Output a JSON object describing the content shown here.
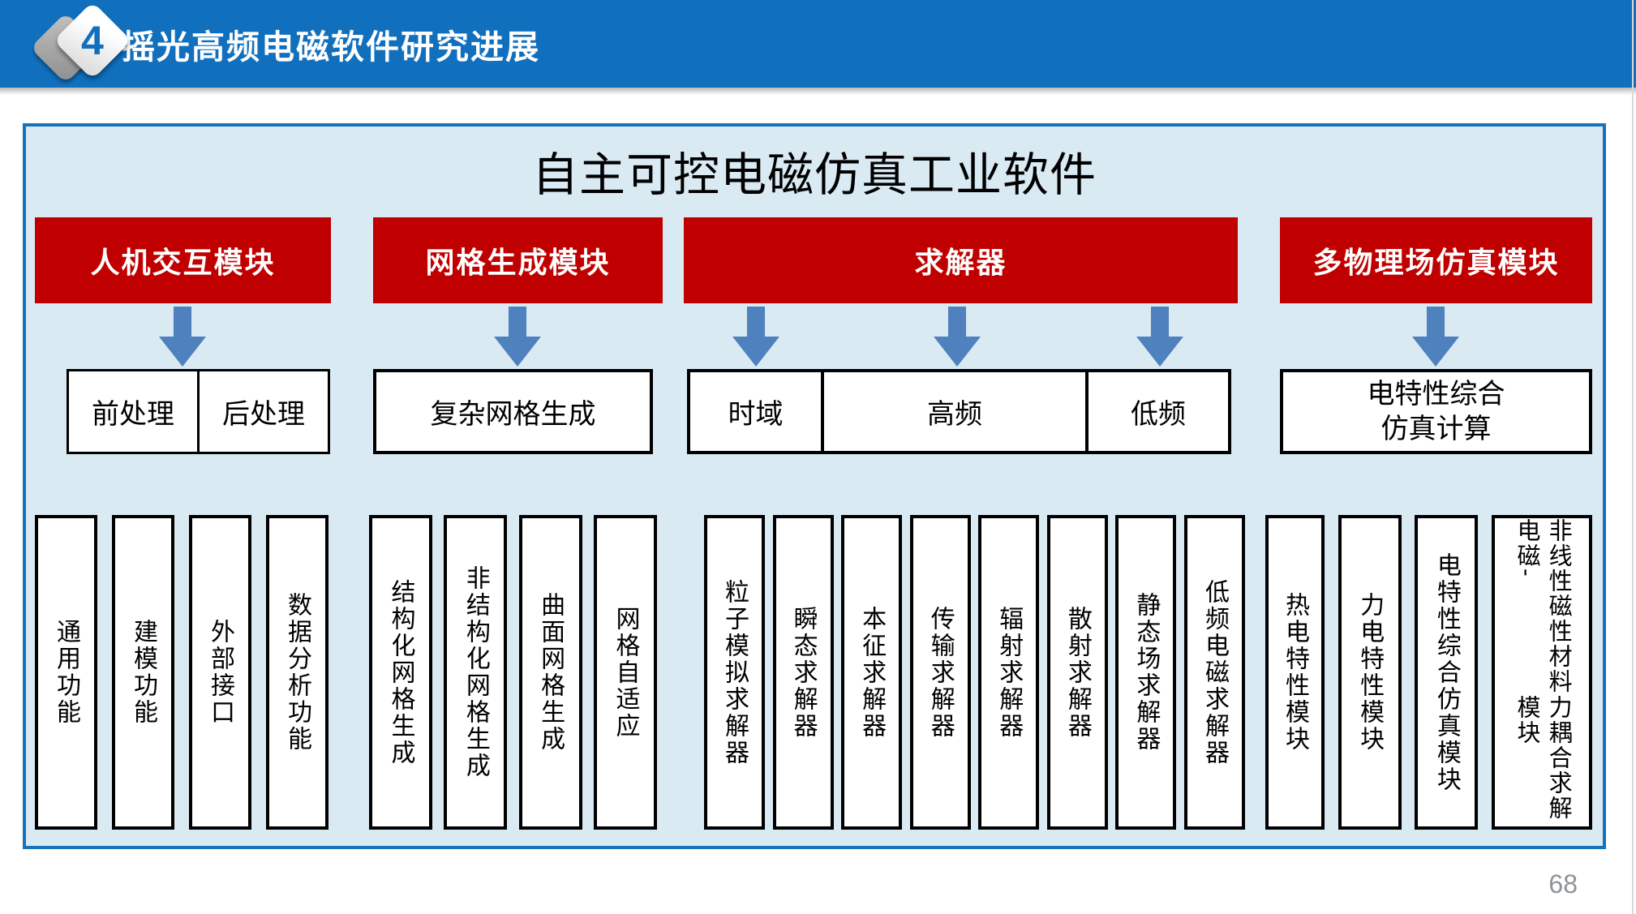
{
  "header": {
    "badge": "4",
    "title": "摇光高频电磁软件研究进展"
  },
  "page": {
    "number": "68"
  },
  "colors": {
    "header_blue": "#1170BE",
    "panel_bg": "#DAEAF3",
    "panel_border": "#1673B9",
    "module_red": "#C00000",
    "arrow_blue": "#4E81BD"
  },
  "diagram": {
    "title": "自主可控电磁仿真工业软件",
    "columns": [
      {
        "header": "人机交互模块",
        "subs": [
          "前处理",
          "后处理"
        ],
        "items": [
          "通用功能",
          "建模功能",
          "外部接口",
          "数据分析功能"
        ]
      },
      {
        "header": "网格生成模块",
        "subs": [
          "复杂网格生成"
        ],
        "items": [
          "结构化网格生成",
          "非结构化网格生成",
          "曲面网格生成",
          "网格自适应"
        ]
      },
      {
        "header": "求解器",
        "subs": [
          "时域",
          "高频",
          "低频"
        ],
        "items": [
          "粒子模拟求解器",
          "瞬态求解器",
          "本征求解器",
          "传输求解器",
          "辐射求解器",
          "散射求解器",
          "静态场求解器",
          "低频电磁求解器"
        ]
      },
      {
        "header": "多物理场仿真模块",
        "subs_lines": [
          "电特性综合",
          "仿真计算"
        ],
        "items": [
          "热电特性模块",
          "力电特性模块",
          "电特性综合仿真模块"
        ],
        "item_wide_lines": [
          "非线性磁性材料电磁-",
          "力耦合求解模块"
        ]
      }
    ]
  }
}
